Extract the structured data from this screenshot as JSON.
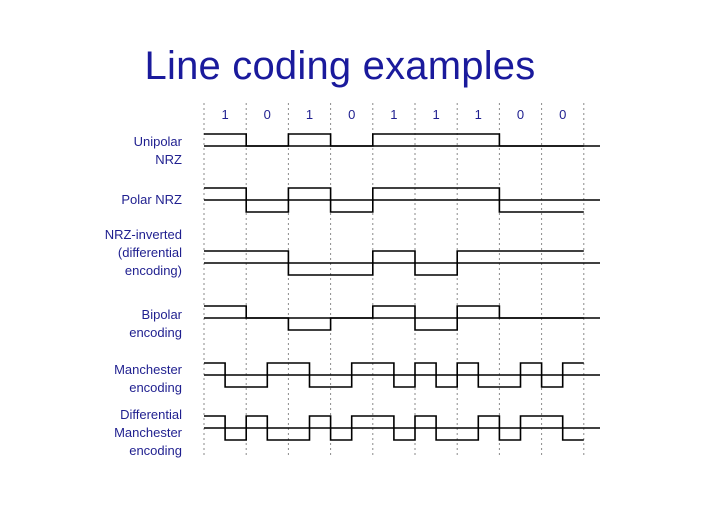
{
  "title": "Line coding examples",
  "bits": [
    "1",
    "0",
    "1",
    "0",
    "1",
    "1",
    "1",
    "0",
    "0"
  ],
  "rows": [
    {
      "id": "unipolar-nrz",
      "label_lines": [
        "Unipolar",
        "NRZ"
      ],
      "levels": [
        1,
        0,
        1,
        0,
        1,
        1,
        1,
        0,
        0
      ],
      "has_negative": false
    },
    {
      "id": "polar-nrz",
      "label_lines": [
        "Polar NRZ"
      ],
      "levels": [
        1,
        -1,
        1,
        -1,
        1,
        1,
        1,
        -1,
        -1
      ],
      "has_negative": true
    },
    {
      "id": "nrz-inverted",
      "label_lines": [
        "NRZ-inverted",
        "(differential",
        "encoding)"
      ],
      "levels": [
        1,
        1,
        -1,
        -1,
        1,
        -1,
        1,
        1,
        1
      ],
      "has_negative": true
    },
    {
      "id": "bipolar",
      "label_lines": [
        "Bipolar",
        "encoding"
      ],
      "levels": [
        1,
        0,
        -1,
        0,
        1,
        -1,
        1,
        0,
        0
      ],
      "has_negative": true
    },
    {
      "id": "manchester",
      "label_lines": [
        "Manchester",
        "encoding"
      ],
      "halves": [
        1,
        -1,
        -1,
        1,
        1,
        -1,
        -1,
        1,
        1,
        -1,
        1,
        -1,
        1,
        -1,
        -1,
        1,
        -1,
        1
      ],
      "has_negative": true
    },
    {
      "id": "differential-manchester",
      "label_lines": [
        "Differential",
        "Manchester",
        "encoding"
      ],
      "halves": [
        1,
        -1,
        1,
        -1,
        -1,
        1,
        -1,
        1,
        1,
        -1,
        1,
        -1,
        -1,
        1,
        -1,
        1,
        1,
        -1
      ],
      "has_negative": true
    }
  ],
  "colors": {
    "title": "#1a1a9c",
    "label": "#1f1f8f",
    "signal": "#000000",
    "gridline": "#8a8a8a"
  }
}
